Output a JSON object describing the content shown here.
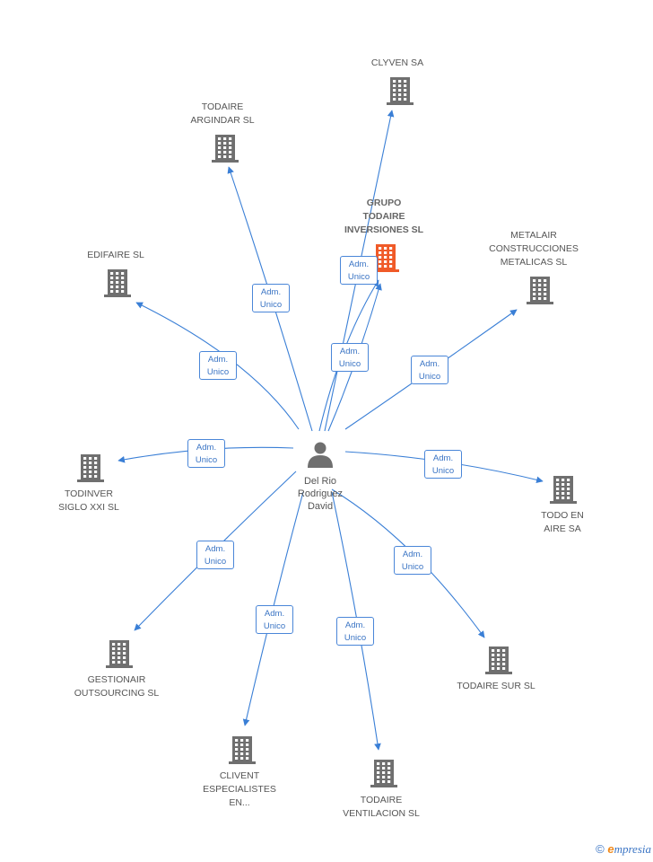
{
  "center": {
    "name": "Del Rio\nRodriguez\nDavid",
    "icon": "person-icon"
  },
  "relation_label": "Adm.\nUnico",
  "colors": {
    "edge": "#3a7fd6",
    "building": "#6f6f6f",
    "highlight": "#f05a28"
  },
  "companies": [
    {
      "id": "clyven",
      "name": "CLYVEN SA",
      "highlight": false
    },
    {
      "id": "todaire-argindar",
      "name": "TODAIRE\nARGINDAR  SL",
      "highlight": false
    },
    {
      "id": "grupo-todaire",
      "name": "GRUPO\nTODAIRE\nINVERSIONES SL",
      "highlight": true
    },
    {
      "id": "metalair",
      "name": "METALAIR\nCONSTRUCCIONES\nMETALICAS SL",
      "highlight": false
    },
    {
      "id": "edifaire",
      "name": "EDIFAIRE SL",
      "highlight": false
    },
    {
      "id": "todinver",
      "name": "TODINVER\nSIGLO XXI SL",
      "highlight": false
    },
    {
      "id": "todo-en-aire",
      "name": "TODO EN\nAIRE SA",
      "highlight": false
    },
    {
      "id": "gestionair",
      "name": "GESTIONAIR\nOUTSOURCING SL",
      "highlight": false
    },
    {
      "id": "todaire-sur",
      "name": "TODAIRE SUR SL",
      "highlight": false
    },
    {
      "id": "clivent",
      "name": "CLIVENT\nESPECIALISTES\nEN...",
      "highlight": false
    },
    {
      "id": "todaire-ventilacion",
      "name": "TODAIRE\nVENTILACION SL",
      "highlight": false
    }
  ],
  "footer": {
    "copyright": "©",
    "brand_initial": "e",
    "brand_rest": "mpresia"
  }
}
